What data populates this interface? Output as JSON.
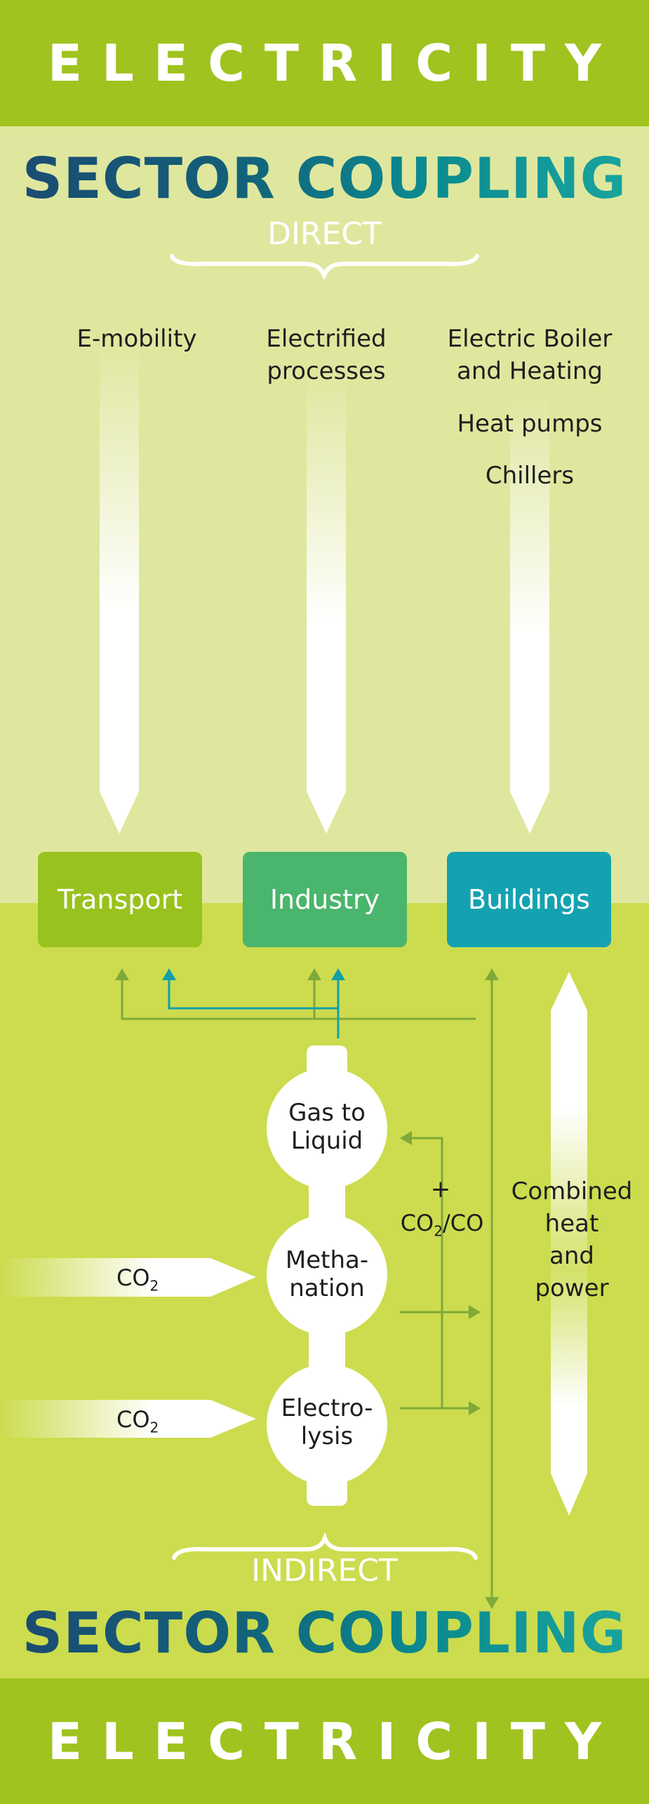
{
  "header": {
    "title": "ELECTRICITY"
  },
  "footer": {
    "title": "ELECTRICITY"
  },
  "direct": {
    "title": "SECTOR COUPLING",
    "label": "DIRECT"
  },
  "indirect": {
    "title": "SECTOR COUPLING",
    "label": "INDIRECT"
  },
  "direct_uses": {
    "emobility": "E-mobility",
    "electrified_1": "Electrified",
    "electrified_2": "processes",
    "boiler_1": "Electric Boiler",
    "boiler_2": "and Heating",
    "heat_pumps": "Heat pumps",
    "chillers": "Chillers"
  },
  "sectors": {
    "transport": "Transport",
    "industry": "Industry",
    "buildings": "Buildings"
  },
  "processes": {
    "gtl_1": "Gas to",
    "gtl_2": "Liquid",
    "meth_1": "Metha-",
    "meth_2": "nation",
    "elec_1": "Electro-",
    "elec_2": "lysis"
  },
  "inputs": {
    "co2": "CO",
    "co2_sub": "2"
  },
  "recycle": {
    "plus": "+",
    "label": "CO",
    "sub": "2",
    "suffix": "/CO"
  },
  "chp": {
    "line1": "Combined",
    "line2": "heat",
    "line3": "and",
    "line4": "power"
  },
  "colors": {
    "band": "#a0c31f",
    "upper_zone": "#dfe79e",
    "lower_zone": "#ccdc4e",
    "transport": "#98c21d",
    "industry": "#4ab56c",
    "buildings": "#15a2b0",
    "green_line": "#7fa93a",
    "teal_line": "#139fa8"
  }
}
